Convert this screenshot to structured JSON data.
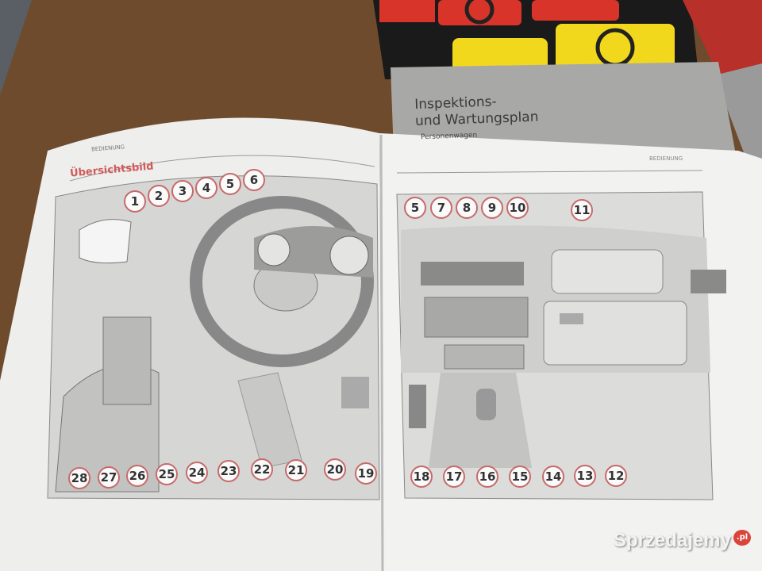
{
  "booklet": {
    "title_line1": "Inspektions-",
    "title_line2": "und Wartungsplan",
    "subtitle": "Personenwagen"
  },
  "manual": {
    "left_page": {
      "header": "BEDIENUNG",
      "title": "Übersichtsbild",
      "callouts_top": [
        "1",
        "2",
        "3",
        "4",
        "5",
        "6"
      ],
      "callouts_bottom": [
        "28",
        "27",
        "26",
        "25",
        "24",
        "23",
        "22",
        "21",
        "20",
        "19"
      ]
    },
    "right_page": {
      "header": "BEDIENUNG",
      "callouts_top": [
        "5",
        "7",
        "8",
        "9",
        "10",
        "11"
      ],
      "callouts_bottom": [
        "18",
        "17",
        "16",
        "15",
        "14",
        "13",
        "12"
      ]
    }
  },
  "watermark": {
    "name": "Sprzedajemy",
    "tld": ".pl"
  },
  "colors": {
    "wood": "#6e4b2c",
    "callout_border": "#c76a6a",
    "title_red": "#d05a5a",
    "warning_yellow": "#f2d81c",
    "warning_red": "#d8342a"
  }
}
